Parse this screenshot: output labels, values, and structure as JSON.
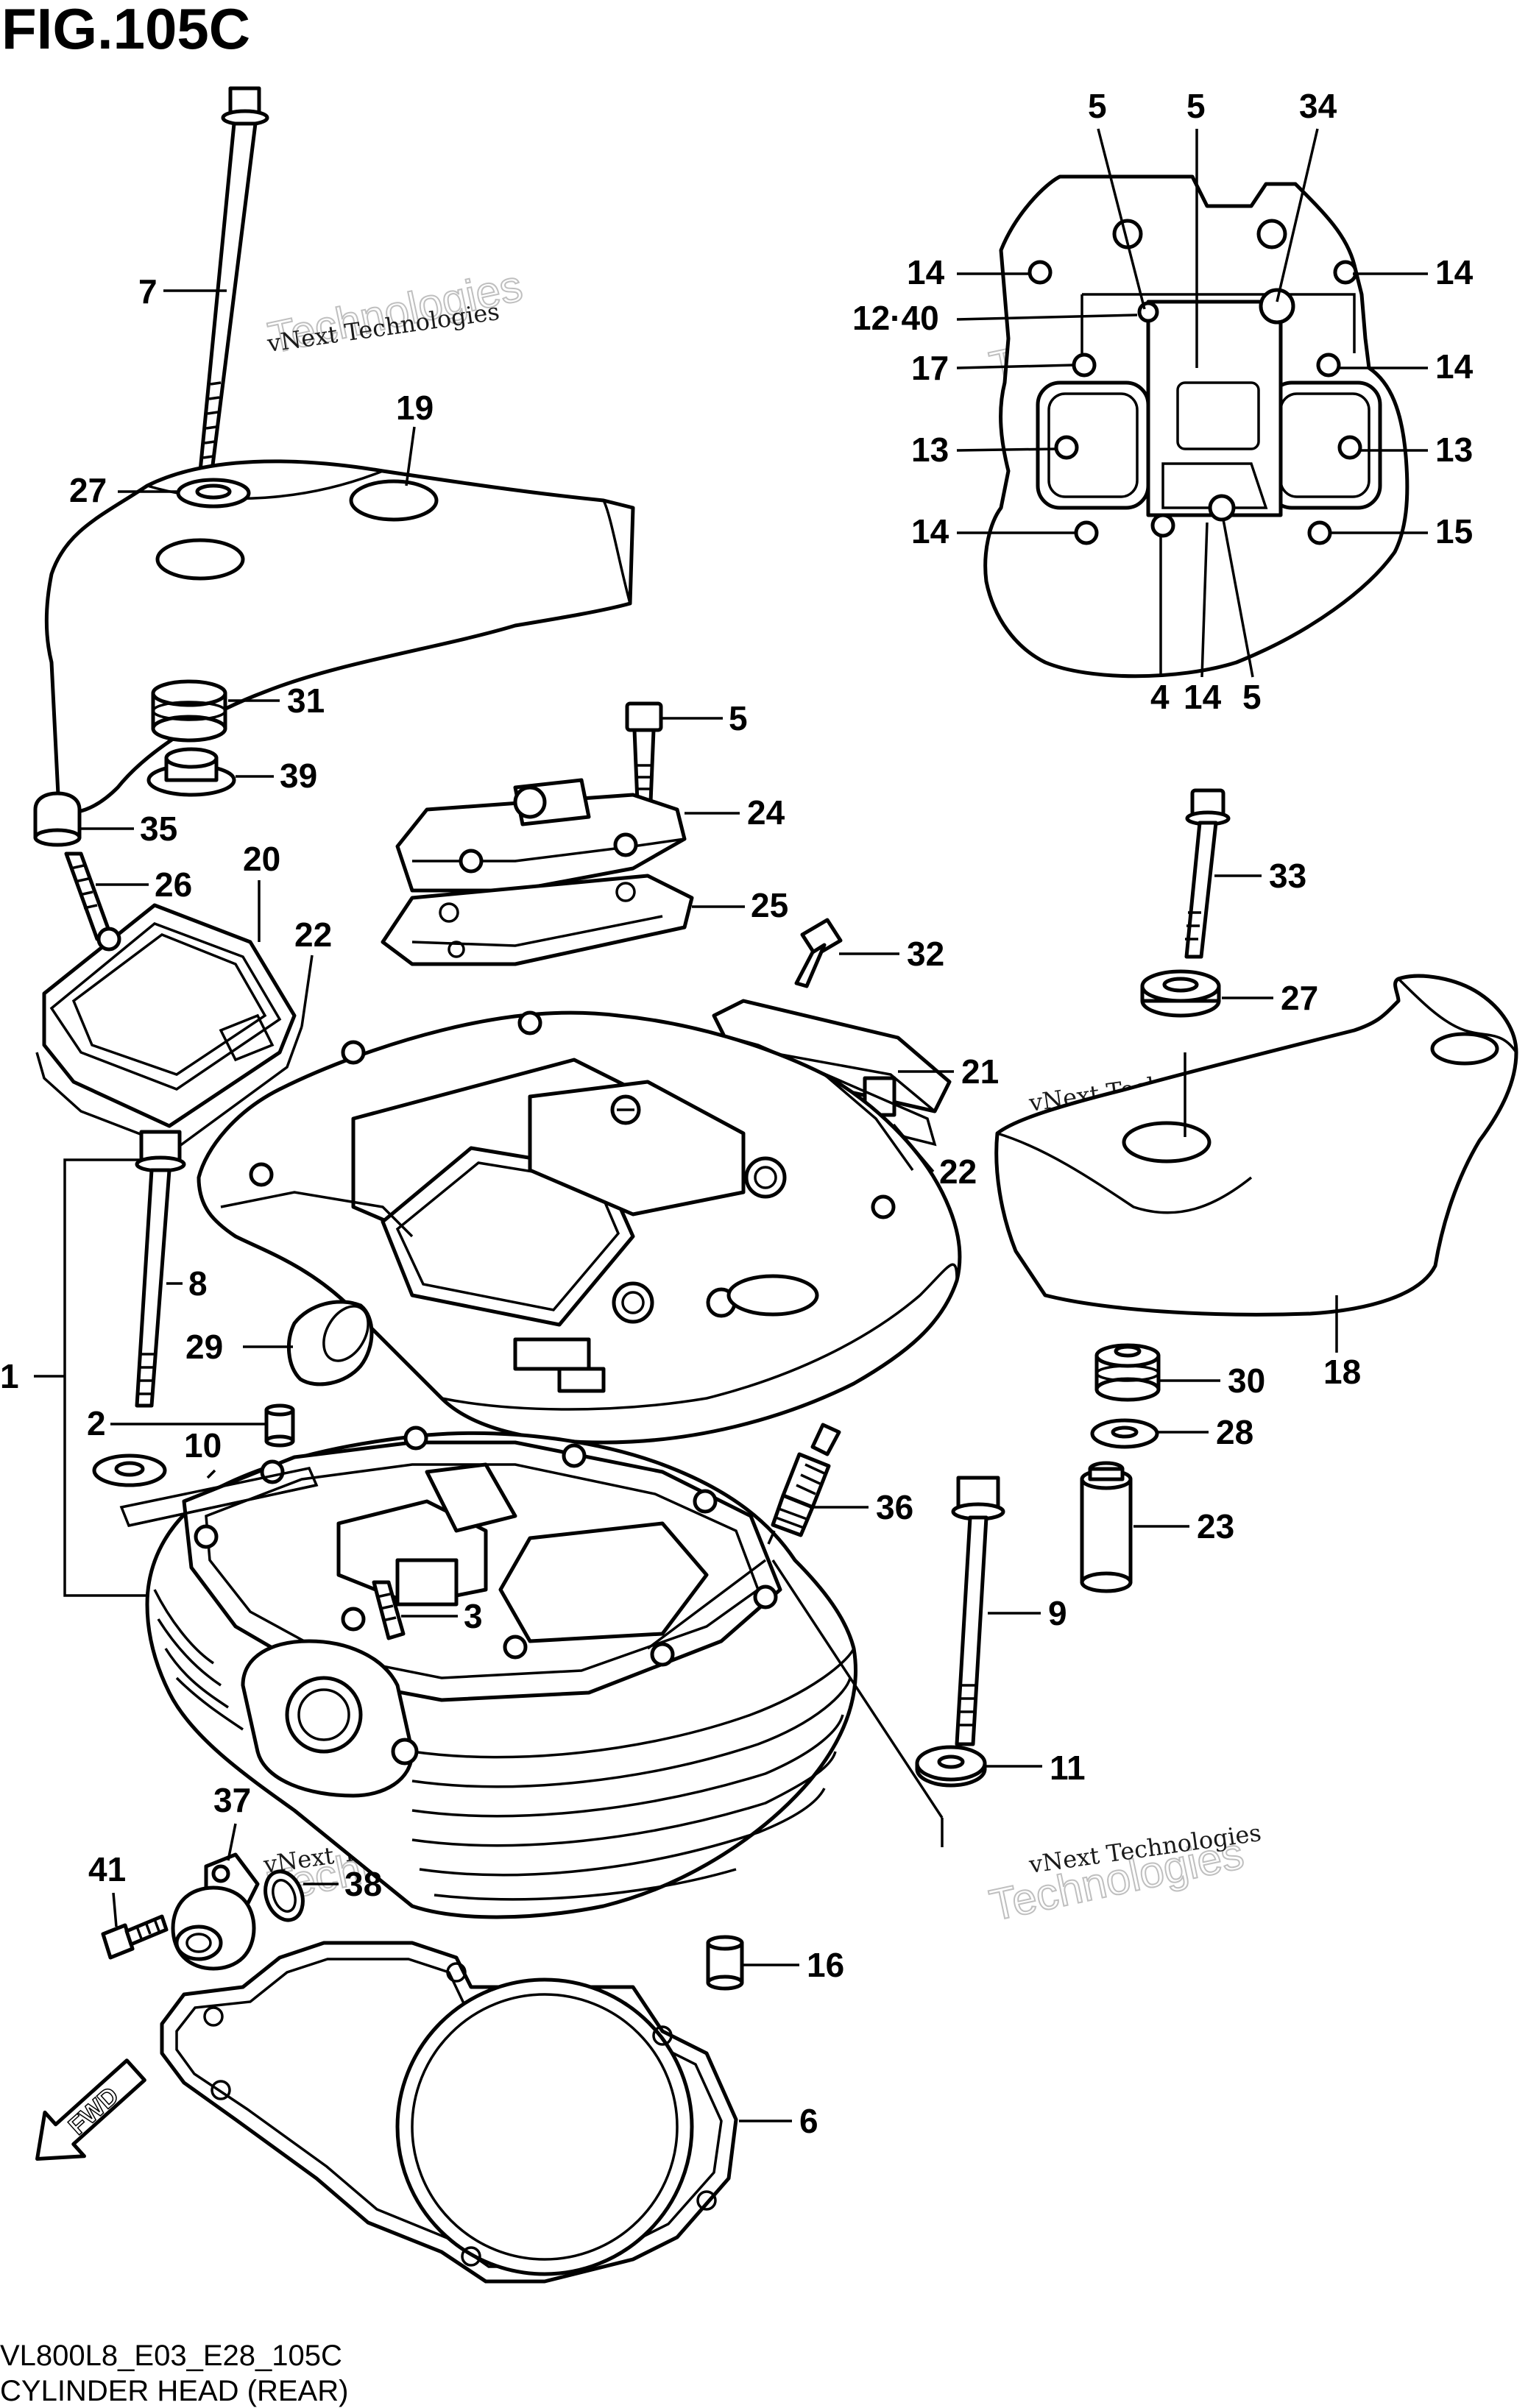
{
  "figure": {
    "title": "FIG.105C",
    "model_code": "VL800L8_E03_E28_105C",
    "caption": "CYLINDER HEAD (REAR)",
    "fwd_label": "FWD"
  },
  "watermark": {
    "text_small": "vNext Technologies",
    "text_large": "Technologies"
  },
  "callouts": [
    {
      "id": "c5a",
      "text": "5"
    },
    {
      "id": "c5b",
      "text": "5"
    },
    {
      "id": "c34",
      "text": "34"
    },
    {
      "id": "c14a",
      "text": "14"
    },
    {
      "id": "c14b",
      "text": "14"
    },
    {
      "id": "c1240",
      "text": "12·40"
    },
    {
      "id": "c17",
      "text": "17"
    },
    {
      "id": "c14c",
      "text": "14"
    },
    {
      "id": "c13a",
      "text": "13"
    },
    {
      "id": "c13b",
      "text": "13"
    },
    {
      "id": "c14d",
      "text": "14"
    },
    {
      "id": "c15",
      "text": "15"
    },
    {
      "id": "c4",
      "text": "4"
    },
    {
      "id": "c14e",
      "text": "14"
    },
    {
      "id": "c5c",
      "text": "5"
    },
    {
      "id": "c7",
      "text": "7"
    },
    {
      "id": "c19",
      "text": "19"
    },
    {
      "id": "c27a",
      "text": "27"
    },
    {
      "id": "c31",
      "text": "31"
    },
    {
      "id": "c39",
      "text": "39"
    },
    {
      "id": "c5d",
      "text": "5"
    },
    {
      "id": "c24",
      "text": "24"
    },
    {
      "id": "c35",
      "text": "35"
    },
    {
      "id": "c26",
      "text": "26"
    },
    {
      "id": "c20",
      "text": "20"
    },
    {
      "id": "c22a",
      "text": "22"
    },
    {
      "id": "c25",
      "text": "25"
    },
    {
      "id": "c33",
      "text": "33"
    },
    {
      "id": "c32",
      "text": "32"
    },
    {
      "id": "c27b",
      "text": "27"
    },
    {
      "id": "c21",
      "text": "21"
    },
    {
      "id": "c22b",
      "text": "22"
    },
    {
      "id": "c8",
      "text": "8"
    },
    {
      "id": "c29",
      "text": "29"
    },
    {
      "id": "c1",
      "text": "1"
    },
    {
      "id": "c18",
      "text": "18"
    },
    {
      "id": "c30",
      "text": "30"
    },
    {
      "id": "c2",
      "text": "2"
    },
    {
      "id": "c10",
      "text": "10"
    },
    {
      "id": "c28",
      "text": "28"
    },
    {
      "id": "c36",
      "text": "36"
    },
    {
      "id": "c23",
      "text": "23"
    },
    {
      "id": "c3",
      "text": "3"
    },
    {
      "id": "c9",
      "text": "9"
    },
    {
      "id": "c11",
      "text": "11"
    },
    {
      "id": "c37",
      "text": "37"
    },
    {
      "id": "c41",
      "text": "41"
    },
    {
      "id": "c38",
      "text": "38"
    },
    {
      "id": "c16",
      "text": "16"
    },
    {
      "id": "c6",
      "text": "6"
    }
  ]
}
